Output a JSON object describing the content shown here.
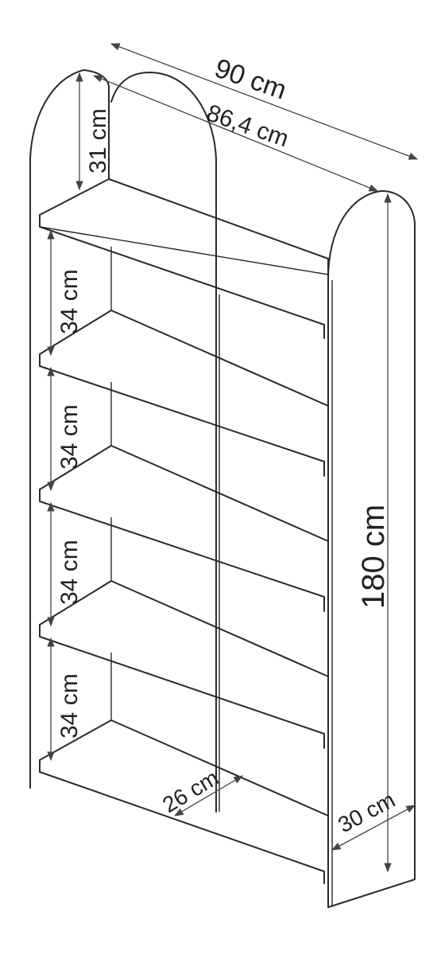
{
  "dimensions": {
    "total_width": "90 cm",
    "inner_width": "86,4 cm",
    "arch_height": "31 cm",
    "shelf_gap_1": "34 cm",
    "shelf_gap_2": "34 cm",
    "shelf_gap_3": "34 cm",
    "shelf_gap_4": "34 cm",
    "total_height": "180 cm",
    "shelf_depth": "26 cm",
    "total_depth": "30 cm"
  },
  "colors": {
    "line": "#2a2a2a",
    "dimension": "#444444",
    "background": "#ffffff"
  }
}
